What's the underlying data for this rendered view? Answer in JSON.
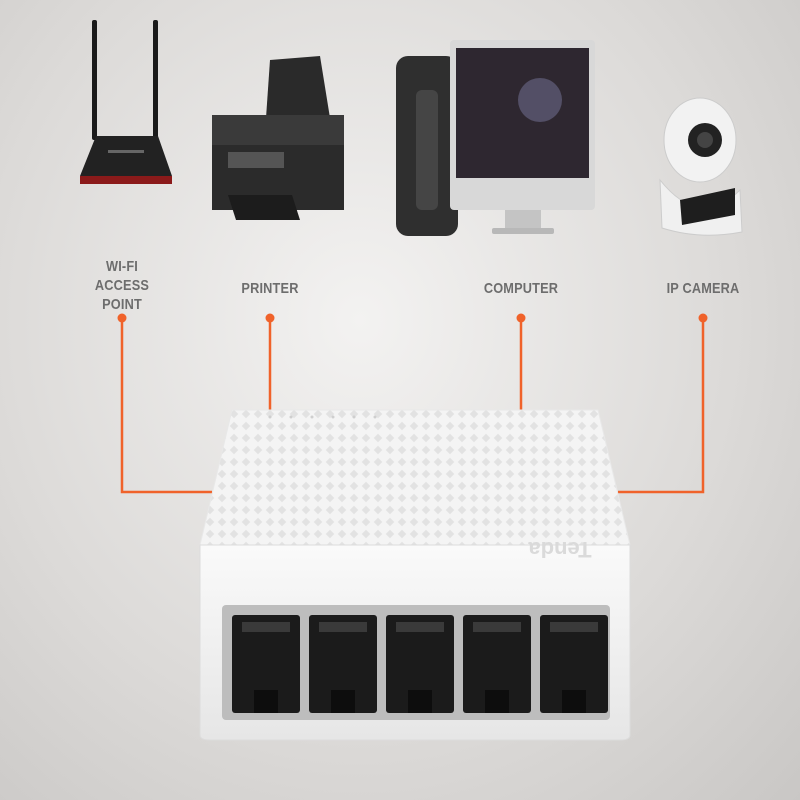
{
  "devices": [
    {
      "id": "wifi",
      "label_line1": "WI-FI",
      "label_line2": "ACCESS POINT",
      "icon": "wifi-router-icon"
    },
    {
      "id": "printer",
      "label": "PRINTER",
      "icon": "printer-icon"
    },
    {
      "id": "computer",
      "label": "COMPUTER",
      "icon": "computer-icon"
    },
    {
      "id": "camera",
      "label": "IP CAMERA",
      "icon": "ip-camera-icon"
    }
  ],
  "switch": {
    "brand": "Tenda",
    "ports": 5
  },
  "colors": {
    "connector": "#f0622a",
    "label": "#6d6d6d"
  }
}
